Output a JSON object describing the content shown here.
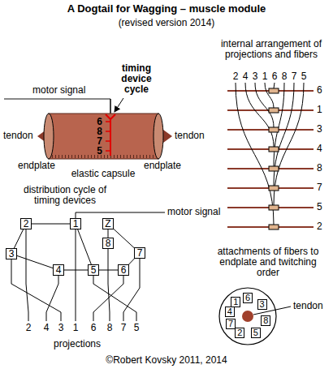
{
  "diagram": {
    "title": "A Dogtail for Wagging – muscle module",
    "nodes": [
      {
        "text": [
          "6",
          "8",
          "7",
          "5"
        ]
      },
      {
        "text": [
          "2"
        ]
      },
      {
        "text": [
          "1"
        ]
      },
      {
        "text": [
          "Z"
        ]
      },
      {
        "text": [
          "8"
        ]
      },
      {
        "text": [
          "3"
        ]
      },
      {
        "text": [
          "7"
        ]
      },
      {
        "text": [
          "4"
        ]
      },
      {
        "text": [
          "5"
        ]
      },
      {
        "text": [
          "6"
        ]
      },
      {
        "text": [
          "6"
        ]
      },
      {
        "text": [
          "1"
        ]
      },
      {
        "text": [
          "3"
        ]
      },
      {
        "text": [
          "4"
        ]
      },
      {
        "text": [
          "8"
        ]
      },
      {
        "text": [
          "7"
        ]
      },
      {
        "text": [
          "2"
        ]
      },
      {
        "text": [
          "5"
        ]
      }
    ],
    "edges": [
      {
        "from": 1,
        "to": 2,
        "arrow": "none"
      },
      {
        "from": 1,
        "to": 5,
        "arrow": "none"
      },
      {
        "from": 5,
        "to": 7,
        "arrow": "none"
      },
      {
        "from": 7,
        "to": 8,
        "arrow": "none"
      },
      {
        "from": 8,
        "to": 9,
        "arrow": "none"
      },
      {
        "from": 9,
        "to": 6,
        "arrow": "none"
      },
      {
        "from": 6,
        "to": 3,
        "arrow": "none"
      },
      {
        "from": 3,
        "to": 4,
        "arrow": "none"
      },
      {
        "from": 2,
        "to": 8,
        "arrow": "none"
      }
    ],
    "labels": [
      "(revised version 2014)",
      "motor signal",
      "timing device cycle",
      "tendon",
      "tendon",
      "endplate",
      "endplate",
      "elastic capsule",
      "internal arrangement of projections and fibers",
      "2",
      "4",
      "3",
      "1",
      "6",
      "8",
      "7",
      "5",
      "6",
      "1",
      "3",
      "4",
      "8",
      "7",
      "5",
      "2",
      "distribution cycle of timing devices",
      "motor signal",
      "2",
      "4",
      "3",
      "1",
      "6",
      "8",
      "7",
      "5",
      "projections",
      "attachments of fibers to endplate and twitching order",
      "tendon",
      "©Robert Kovsky 2011, 2014"
    ]
  }
}
